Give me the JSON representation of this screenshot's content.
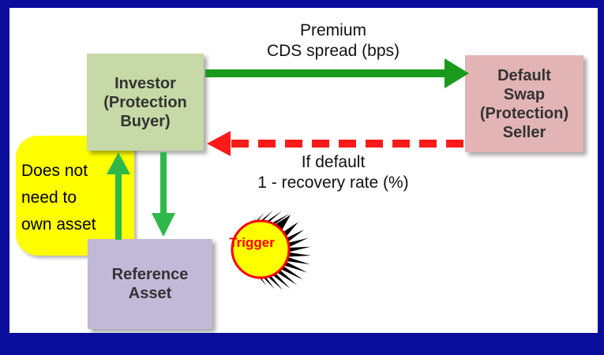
{
  "investor": {
    "line1": "Investor",
    "line2": "(Protection",
    "line3": "Buyer)"
  },
  "seller": {
    "line1": "Default",
    "line2": "Swap",
    "line3": "(Protection)",
    "line4": "Seller"
  },
  "reference": {
    "line1": "Reference",
    "line2": "Asset"
  },
  "premium": {
    "line1": "Premium",
    "line2": "CDS spread (bps)"
  },
  "default_payment": {
    "line1": "If default",
    "line2": "1 - recovery rate (%)"
  },
  "note": {
    "line1": "Does not",
    "line2": "need to",
    "line3": "own asset"
  },
  "trigger": {
    "label": "Trigger"
  },
  "colors": {
    "frame": "#0a0c9c",
    "investor_box": "#c7d9a6",
    "seller_box": "#e2b4b6",
    "reference_box": "#c2b8d8",
    "note": "#ffff00",
    "premium_arrow": "#1a9a1a",
    "default_arrow": "#ff1a1a",
    "trigger_fill": "#ffff00",
    "trigger_text": "#ff0000"
  }
}
